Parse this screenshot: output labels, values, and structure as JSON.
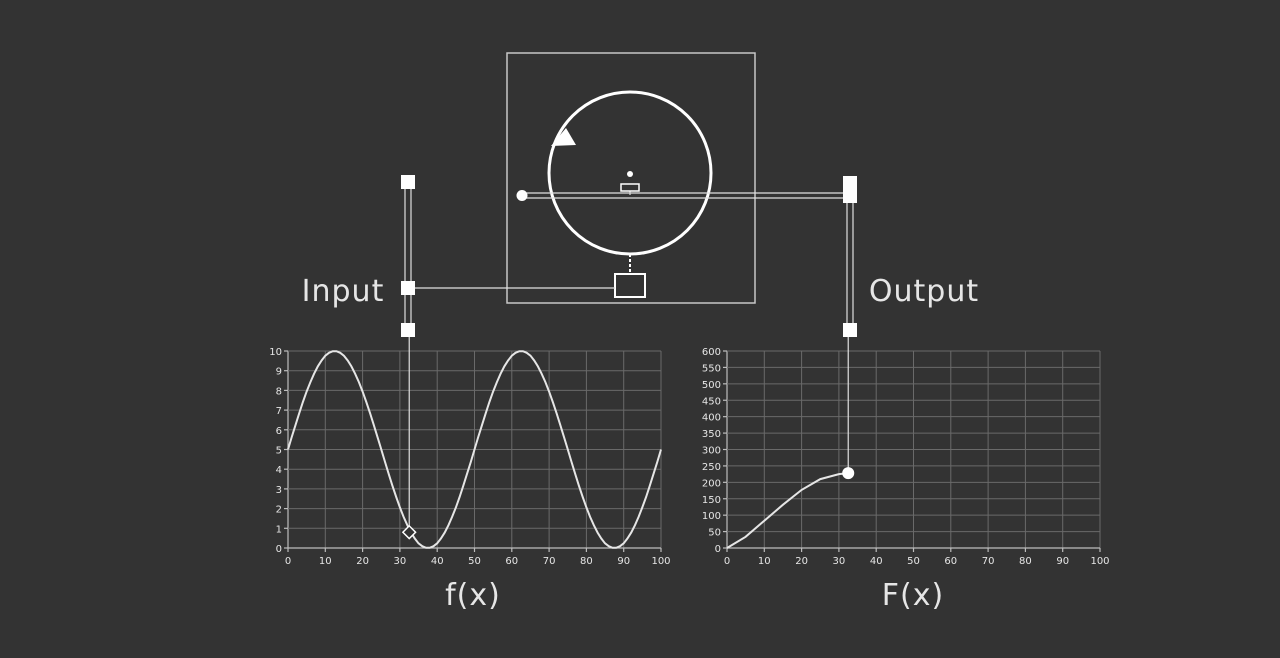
{
  "labels": {
    "input": "Input",
    "output": "Output",
    "fx": "f(x)",
    "Fx": "F(x)"
  },
  "colors": {
    "background": "#333333",
    "curve": "#e6e6e6",
    "grid": "#6a6a6a"
  },
  "chart_data": [
    {
      "type": "line",
      "title": "",
      "xlabel": "f(x)",
      "ylabel": "",
      "xlim": [
        0,
        100
      ],
      "ylim": [
        0,
        10
      ],
      "x_ticks": [
        "0",
        "10",
        "20",
        "30",
        "40",
        "50",
        "60",
        "70",
        "80",
        "90",
        "100"
      ],
      "y_ticks": [
        "0",
        "1",
        "2",
        "3",
        "4",
        "5",
        "6",
        "7",
        "8",
        "9",
        "10"
      ],
      "grid": true,
      "series": [
        {
          "x": [
            0,
            5,
            10,
            12.5,
            15,
            20,
            25,
            30,
            33,
            37.5,
            40,
            45,
            50,
            55,
            60,
            62.5,
            65,
            70,
            75,
            80,
            85,
            87.5,
            90,
            95,
            100
          ],
          "values": [
            5,
            8.1,
            9.8,
            10,
            9.8,
            8.1,
            5,
            1.9,
            0.7,
            0,
            0.2,
            1.9,
            5,
            8.1,
            9.8,
            10,
            9.8,
            8.1,
            5,
            1.9,
            0.2,
            0,
            0.2,
            1.9,
            5
          ]
        }
      ],
      "marker": {
        "x": 32.5,
        "y": 0.8
      }
    },
    {
      "type": "line",
      "title": "",
      "xlabel": "F(x)",
      "ylabel": "",
      "xlim": [
        0,
        100
      ],
      "ylim": [
        0,
        600
      ],
      "x_ticks": [
        "0",
        "10",
        "20",
        "30",
        "40",
        "50",
        "60",
        "70",
        "80",
        "90",
        "100"
      ],
      "y_ticks": [
        "0",
        "50",
        "100",
        "150",
        "200",
        "250",
        "300",
        "350",
        "400",
        "450",
        "500",
        "550",
        "600"
      ],
      "grid": true,
      "series": [
        {
          "x": [
            0,
            5,
            10,
            15,
            20,
            25,
            30,
            32.5
          ],
          "values": [
            0,
            34,
            83,
            132,
            177,
            210,
            225,
            228
          ]
        }
      ],
      "marker": {
        "x": 32.5,
        "y": 228
      }
    }
  ]
}
